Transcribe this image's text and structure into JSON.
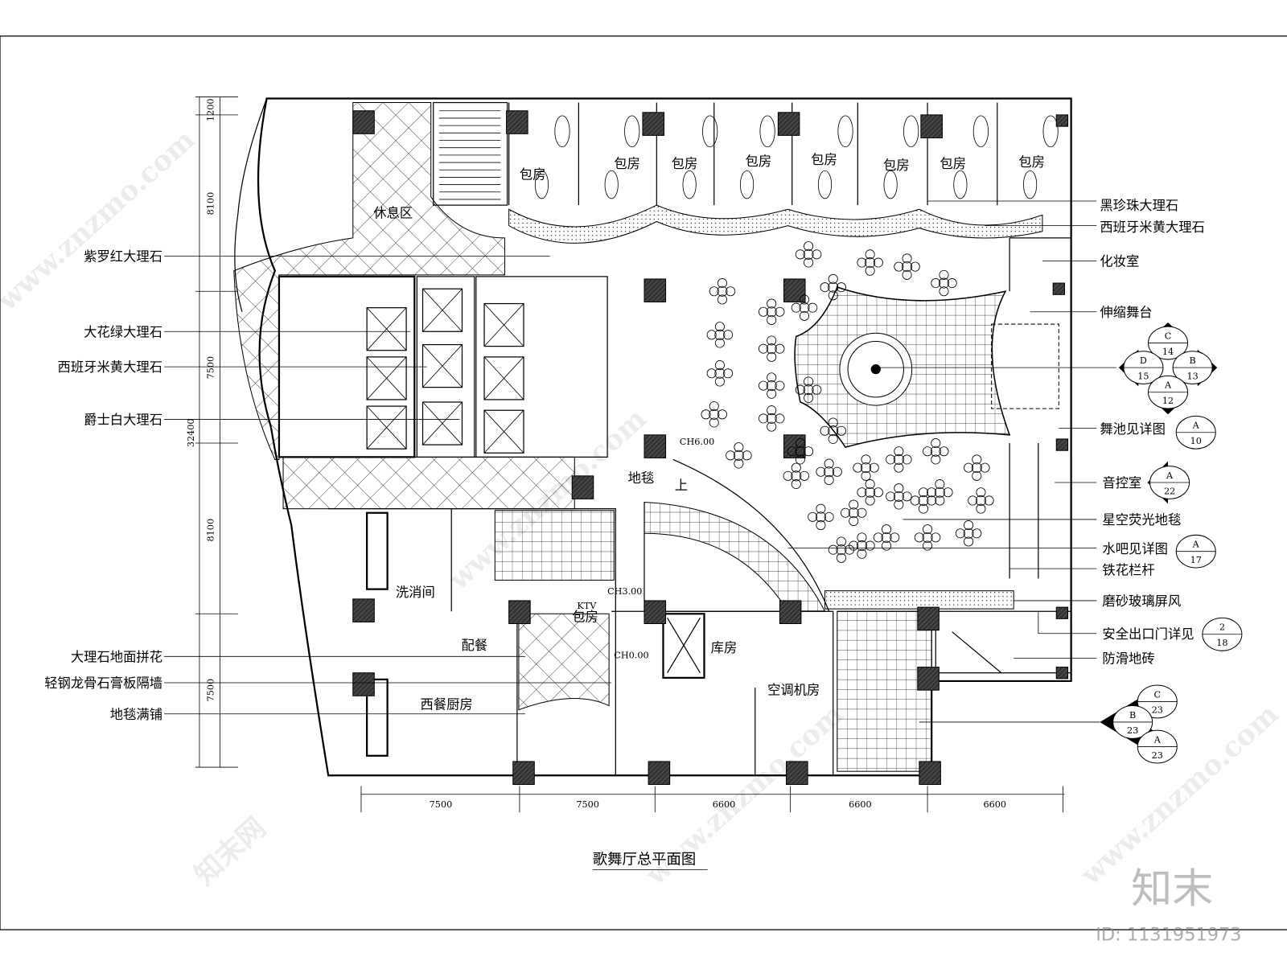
{
  "title": "歌舞厅总平面图",
  "left_labels": [
    "紫罗红大理石",
    "大花绿大理石",
    "西班牙米黄大理石",
    "爵士白大理石",
    "大理石地面拼花",
    "轻钢龙骨石膏板隔墙",
    "地毯满铺"
  ],
  "right_labels": [
    "黑珍珠大理石",
    "西班牙米黄大理石",
    "化妆室",
    "伸缩舞台",
    "舞池见详图",
    "音控室",
    "星空荧光地毯",
    "水吧见详图",
    "铁花栏杆",
    "磨砂玻璃屏风",
    "安全出口门详见",
    "防滑地砖"
  ],
  "rooms": {
    "baofang": "包房",
    "rest": "休息区",
    "carpet": "地毯",
    "up": "上",
    "wash": "洗消间",
    "pantry": "配餐",
    "ktv": "KTV",
    "ktv_room": "包房",
    "storage": "库房",
    "ac": "空调机房",
    "kitchen": "西餐厨房",
    "ch6": "CH6.00",
    "ch3": "CH3.00",
    "ch0": "CH0.00"
  },
  "dims_vertical": [
    "1200",
    "8100",
    "7500",
    "8100",
    "7500"
  ],
  "dim_total": "32400",
  "dims_horizontal": [
    "7500",
    "7500",
    "6600",
    "6600",
    "6600"
  ],
  "symbols": {
    "stage": {
      "C": "14",
      "D": "15",
      "B": "13",
      "A": "12"
    },
    "dance_pool": {
      "top": "A",
      "bottom": "10"
    },
    "sound": {
      "top": "A",
      "bottom": "22"
    },
    "bar": {
      "top": "A",
      "bottom": "17"
    },
    "exit": {
      "top": "2",
      "bottom": "18"
    },
    "stairs": {
      "C": "23",
      "B": "23",
      "A": "23"
    }
  },
  "watermark": {
    "site": "www.znzmo.com",
    "brand": "知末网",
    "logo": "知末",
    "id": "ID: 1131951973"
  }
}
